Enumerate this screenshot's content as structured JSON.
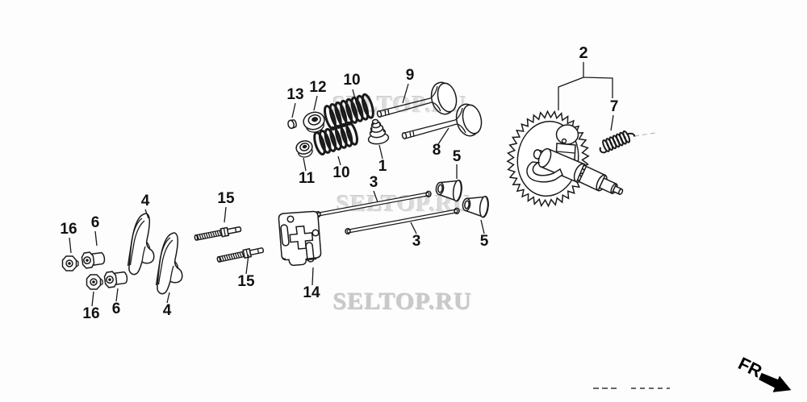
{
  "watermark": {
    "text": "SELTOP.RU"
  },
  "direction": {
    "label": "FR."
  },
  "callouts": [
    {
      "label": "13"
    },
    {
      "label": "12"
    },
    {
      "label": "10"
    },
    {
      "label": "9"
    },
    {
      "label": "2"
    },
    {
      "label": "7"
    },
    {
      "label": "8"
    },
    {
      "label": "5"
    },
    {
      "label": "1"
    },
    {
      "label": "11"
    },
    {
      "label": "10"
    },
    {
      "label": "3"
    },
    {
      "label": "15"
    },
    {
      "label": "4"
    },
    {
      "label": "16"
    },
    {
      "label": "6"
    },
    {
      "label": "3"
    },
    {
      "label": "5"
    },
    {
      "label": "15"
    },
    {
      "label": "14"
    },
    {
      "label": "16"
    },
    {
      "label": "6"
    },
    {
      "label": "4"
    }
  ]
}
